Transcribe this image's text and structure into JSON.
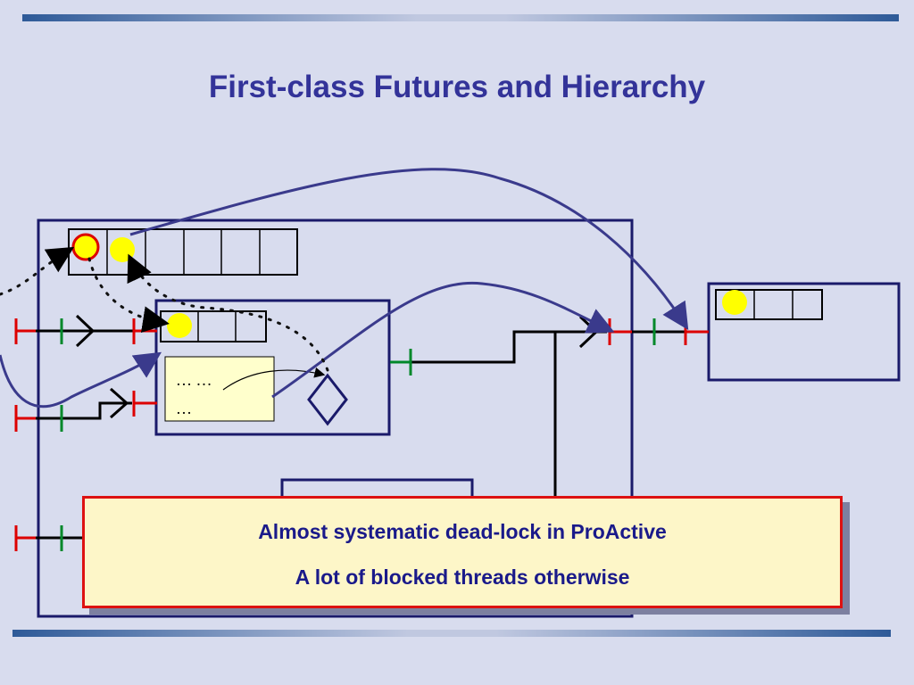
{
  "slide": {
    "title": "First-class Futures and Hierarchy",
    "ellipsis_row1": "…   …",
    "ellipsis_row2": "…"
  },
  "callout": {
    "line1": "Almost systematic dead-lock in ProActive",
    "line2": "A lot of blocked threads otherwise"
  },
  "colors": {
    "background": "#d8dcee",
    "title": "#333399",
    "box_border": "#1a1a6a",
    "request_arrow": "#3a3a8c",
    "future_marker": "#ffff00",
    "client_interface": "#dd0000",
    "server_interface": "#00882a",
    "callout_fill": "#fdf6c8",
    "callout_border": "#dd1111"
  },
  "icons": [
    "future-circle-icon",
    "wait-by-necessity-diamond-icon",
    "server-interface-icon",
    "client-interface-icon"
  ]
}
